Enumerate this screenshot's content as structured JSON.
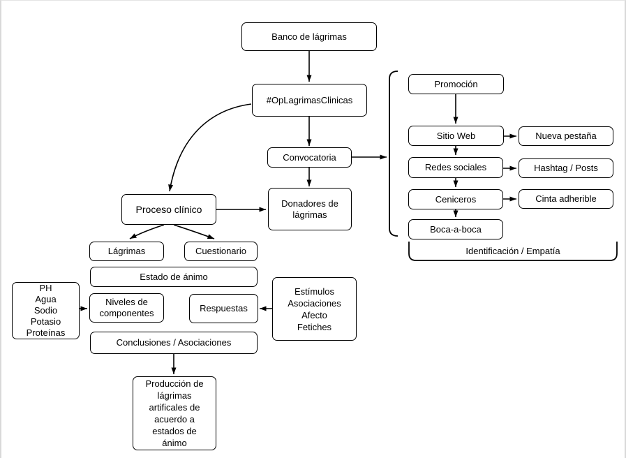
{
  "page": {
    "background": "#ffffff",
    "page_border_color": "#d9d9d9",
    "stroke_color": "#000000",
    "node_fill": "#ffffff",
    "text_color": "#000000"
  },
  "nodes": {
    "banco": {
      "label": "Banco de lágrimas"
    },
    "oplagrimas": {
      "label": "#OpLagrimasClinicas"
    },
    "convocatoria": {
      "label": "Convocatoria"
    },
    "donadores": {
      "label": "Donadores de\nlágrimas"
    },
    "proceso": {
      "label": "Proceso clínico"
    },
    "lagrimas": {
      "label": "Lágrimas"
    },
    "cuestionario": {
      "label": "Cuestionario"
    },
    "estado": {
      "label": "Estado de ánimo"
    },
    "componentes": {
      "label": "PH\nAgua\nSodio\nPotasio\nProteínas"
    },
    "niveles": {
      "label": "Niveles de\ncomponentes"
    },
    "respuestas": {
      "label": "Respuestas"
    },
    "estimulos": {
      "label": "Estímulos\nAsociaciones\nAfecto\nFetiches"
    },
    "conclusiones": {
      "label": "Conclusiones / Asociaciones"
    },
    "produccion": {
      "label": "Producción de\nlágrimas\nartificales de\nacuerdo a\nestados de\nánimo"
    },
    "promocion": {
      "label": "Promoción"
    },
    "sitio_web": {
      "label": "Sitio Web"
    },
    "nueva_pestana": {
      "label": "Nueva pestaña"
    },
    "redes_sociales": {
      "label": "Redes sociales"
    },
    "hashtag_posts": {
      "label": "Hashtag / Posts"
    },
    "ceniceros": {
      "label": "Ceniceros"
    },
    "cinta_adherible": {
      "label": "Cinta adherible"
    },
    "boca_a_boca": {
      "label": "Boca-a-boca"
    },
    "identificacion": {
      "label": "Identificación / Empatía"
    }
  }
}
